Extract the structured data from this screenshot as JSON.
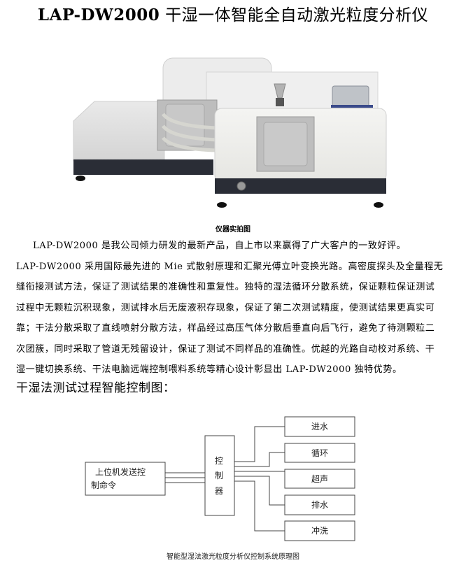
{
  "header": {
    "model": "LAP-DW2000",
    "title_cn": " 干湿一体智能全自动激光粒度分析仪"
  },
  "photo": {
    "alt": "instrument-photo",
    "caption": "仪器实拍图"
  },
  "intro": {
    "lines": [
      "LAP-DW2000 是我公司倾力研发的最新产品，自上市以来赢得了广大客户的一致好评。",
      "LAP-DW2000 采用国际最先进的 Mie 式散射原理和汇聚光傅立叶变换光路。高密度探头及全量程无",
      "缝衔接测试方法，保证了测试结果的准确性和重复性。独特的湿法循环分散系统，保证颗粒保证测试",
      "过程中无颗粒沉积现象，测试排水后无废液积存现象，保证了第二次测试精度，使测试结果更真实可",
      "靠；干法分散采取了直线喷射分散方法，样品经过高压气体分散后垂直向后飞行，避免了待测颗粒二",
      "次团簇，同时采取了管道无残留设计，保证了测试不同样品的准确性。优越的光路自动校对系统、干",
      "湿一键切换系统、干法电脑远端控制喂料系统等精心设计彰显出 LAP-DW2000 独特优势。"
    ]
  },
  "section": {
    "heading": "干湿法测试过程智能控制图："
  },
  "diagram": {
    "source_box": {
      "line1": "上位机发送控",
      "line2": "制命令"
    },
    "controller": {
      "chars": [
        "控",
        "制",
        "器"
      ]
    },
    "outputs": [
      "进水",
      "循环",
      "超声",
      "排水",
      "冲洗"
    ],
    "caption": "智能型湿法激光粒度分析仪控制系统原理图"
  }
}
